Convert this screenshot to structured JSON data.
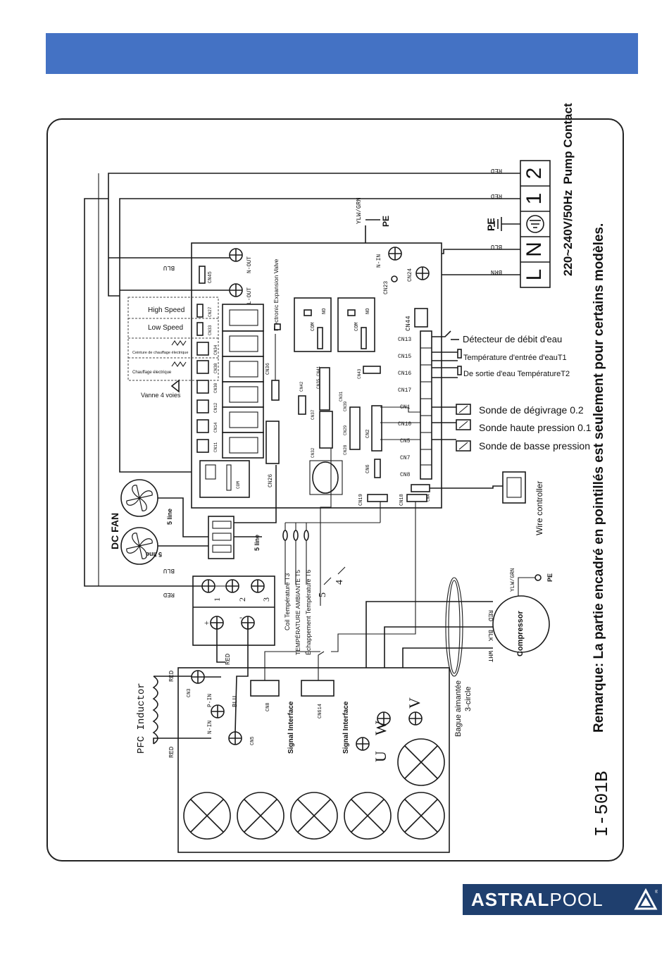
{
  "header": {
    "color": "#4472c4"
  },
  "logo": {
    "text_bold": "ASTRAL",
    "text_light": "POOL",
    "reg_mark": "®",
    "color": "#1f3f6e"
  },
  "diagram": {
    "model": "I-501B",
    "remark": "Remarque: La partie encadré en pointillés est seulement pour certains modèles.",
    "power": {
      "supply": "220~240V/50Hz",
      "pump_contact": "Pump Contact",
      "terminals": [
        "L",
        "N",
        "⏚",
        "1",
        "2"
      ],
      "pe": "PE"
    },
    "wire_colors": {
      "red": "RED",
      "blu": "BLU",
      "brn": "BRN",
      "ylw_grn": "YLW/GRN",
      "blk": "BLK",
      "wht": "WHT"
    },
    "board_terminals": {
      "n_out": "N-OUT",
      "l_out": "L-OUT",
      "n_in": "N-IN",
      "p_in": "P-IN",
      "com": "COM",
      "no": "NO"
    },
    "connectors": {
      "cn45": "CN45",
      "cn27": "CN27",
      "cn33": "CN33",
      "cn34": "CN34",
      "cn30": "CN30",
      "cn38": "CN38",
      "cn11": "CN11",
      "cn12": "CN12",
      "cn14": "CN14",
      "cn36": "CN36",
      "cn26": "CN26",
      "cn42": "CN42",
      "cn37": "CN37",
      "cn35": "CN35",
      "cn41": "CN41",
      "cn32": "CN32",
      "cn28": "CN28",
      "cn29": "CN29",
      "cn39": "CN39",
      "cn31": "CN31",
      "cn2": "CN2",
      "cn43": "CN43",
      "cn6": "CN6",
      "cn19": "CN19",
      "cn18": "CN18",
      "cn4": "CN4",
      "cn23": "CN23",
      "cn24": "CN24",
      "cn44": "CN44",
      "cn13": "CN13",
      "cn15": "CN15",
      "cn16": "CN16",
      "cn17": "CN17",
      "cn1": "CN1",
      "cn10": "CN10",
      "cn5": "CN5",
      "cn7": "CN7",
      "cn8": "CN8",
      "cn3": "CN3",
      "cn5b": "CN5",
      "cn8b": "CN8",
      "cn614": "CN614"
    },
    "labels": {
      "eev": "Electronic Expansion Valve",
      "high_speed": "High Speed",
      "low_speed": "Low Speed",
      "ceinture": "Ceinture de chauffage électrique",
      "chauffage": "Chauffage électrique",
      "vanne": "Vanne 4 voies",
      "flow": "Détecteur de débit d'eau",
      "t1": "Température d'entrée d'eauT1",
      "t2": "De sortie d'eau TempératureT2",
      "degivrage": "Sonde de dégivrage 0.2",
      "haute": "Sonde haute pression 0.1",
      "basse": "Sonde de basse pression",
      "wire_controller": "Wire controller",
      "dc_fan": "DC FAN",
      "five_line": "5 line",
      "coil_t3": "Coil Température T3",
      "ambient_t5": "TEMPÉRATURE AMBIANTE T5",
      "exhaust_t6": "Échappement Température T6",
      "five": "5",
      "four": "4",
      "compressor": "Compressor",
      "pfc": "PFC Inductor",
      "signal_interface": "Signal Interface",
      "bague": "Bague aimantée",
      "circle": "3-circle",
      "u": "U",
      "v": "V",
      "w": "W",
      "n1": "1",
      "n2": "2",
      "n3": "3",
      "plus": "+",
      "minus": "-"
    }
  }
}
